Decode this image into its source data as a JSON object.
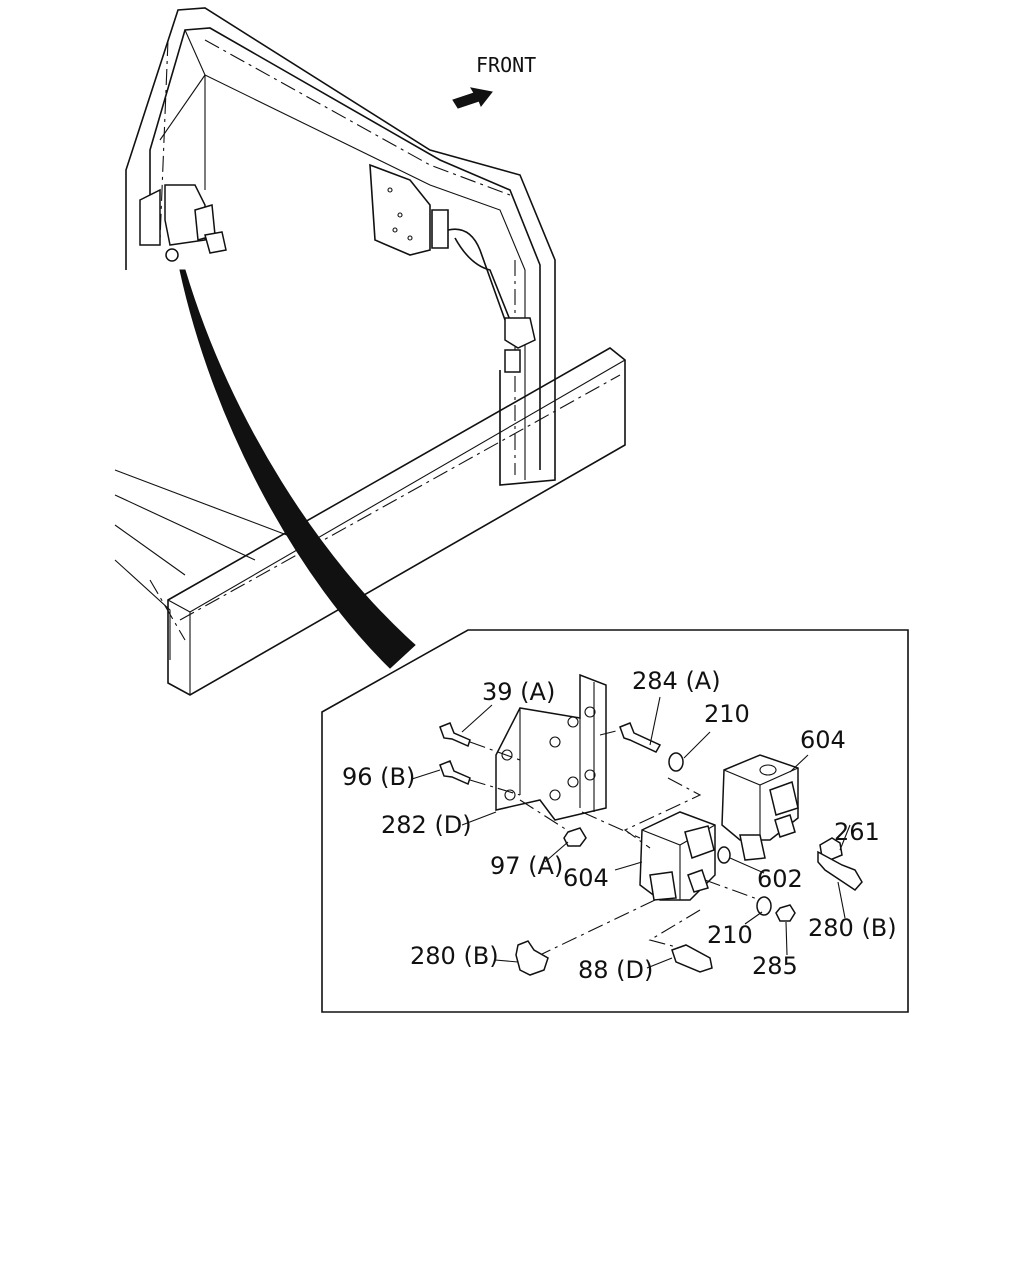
{
  "orientation": {
    "direction_label": "FRONT",
    "arrow_icon": "front-arrow-icon"
  },
  "colors": {
    "line": "#111111",
    "background": "#ffffff"
  },
  "callouts": {
    "c39a": "39 (A)",
    "c284a": "284 (A)",
    "c210top": "210",
    "c604top": "604",
    "c96b": "96 (B)",
    "c261": "261",
    "c282d": "282 (D)",
    "c97a": "97 (A)",
    "c604low": "604",
    "c602": "602",
    "c280b_right": "280 (B)",
    "c210low": "210",
    "c280b_left": "280 (B)",
    "c88d": "88 (D)",
    "c285": "285"
  }
}
